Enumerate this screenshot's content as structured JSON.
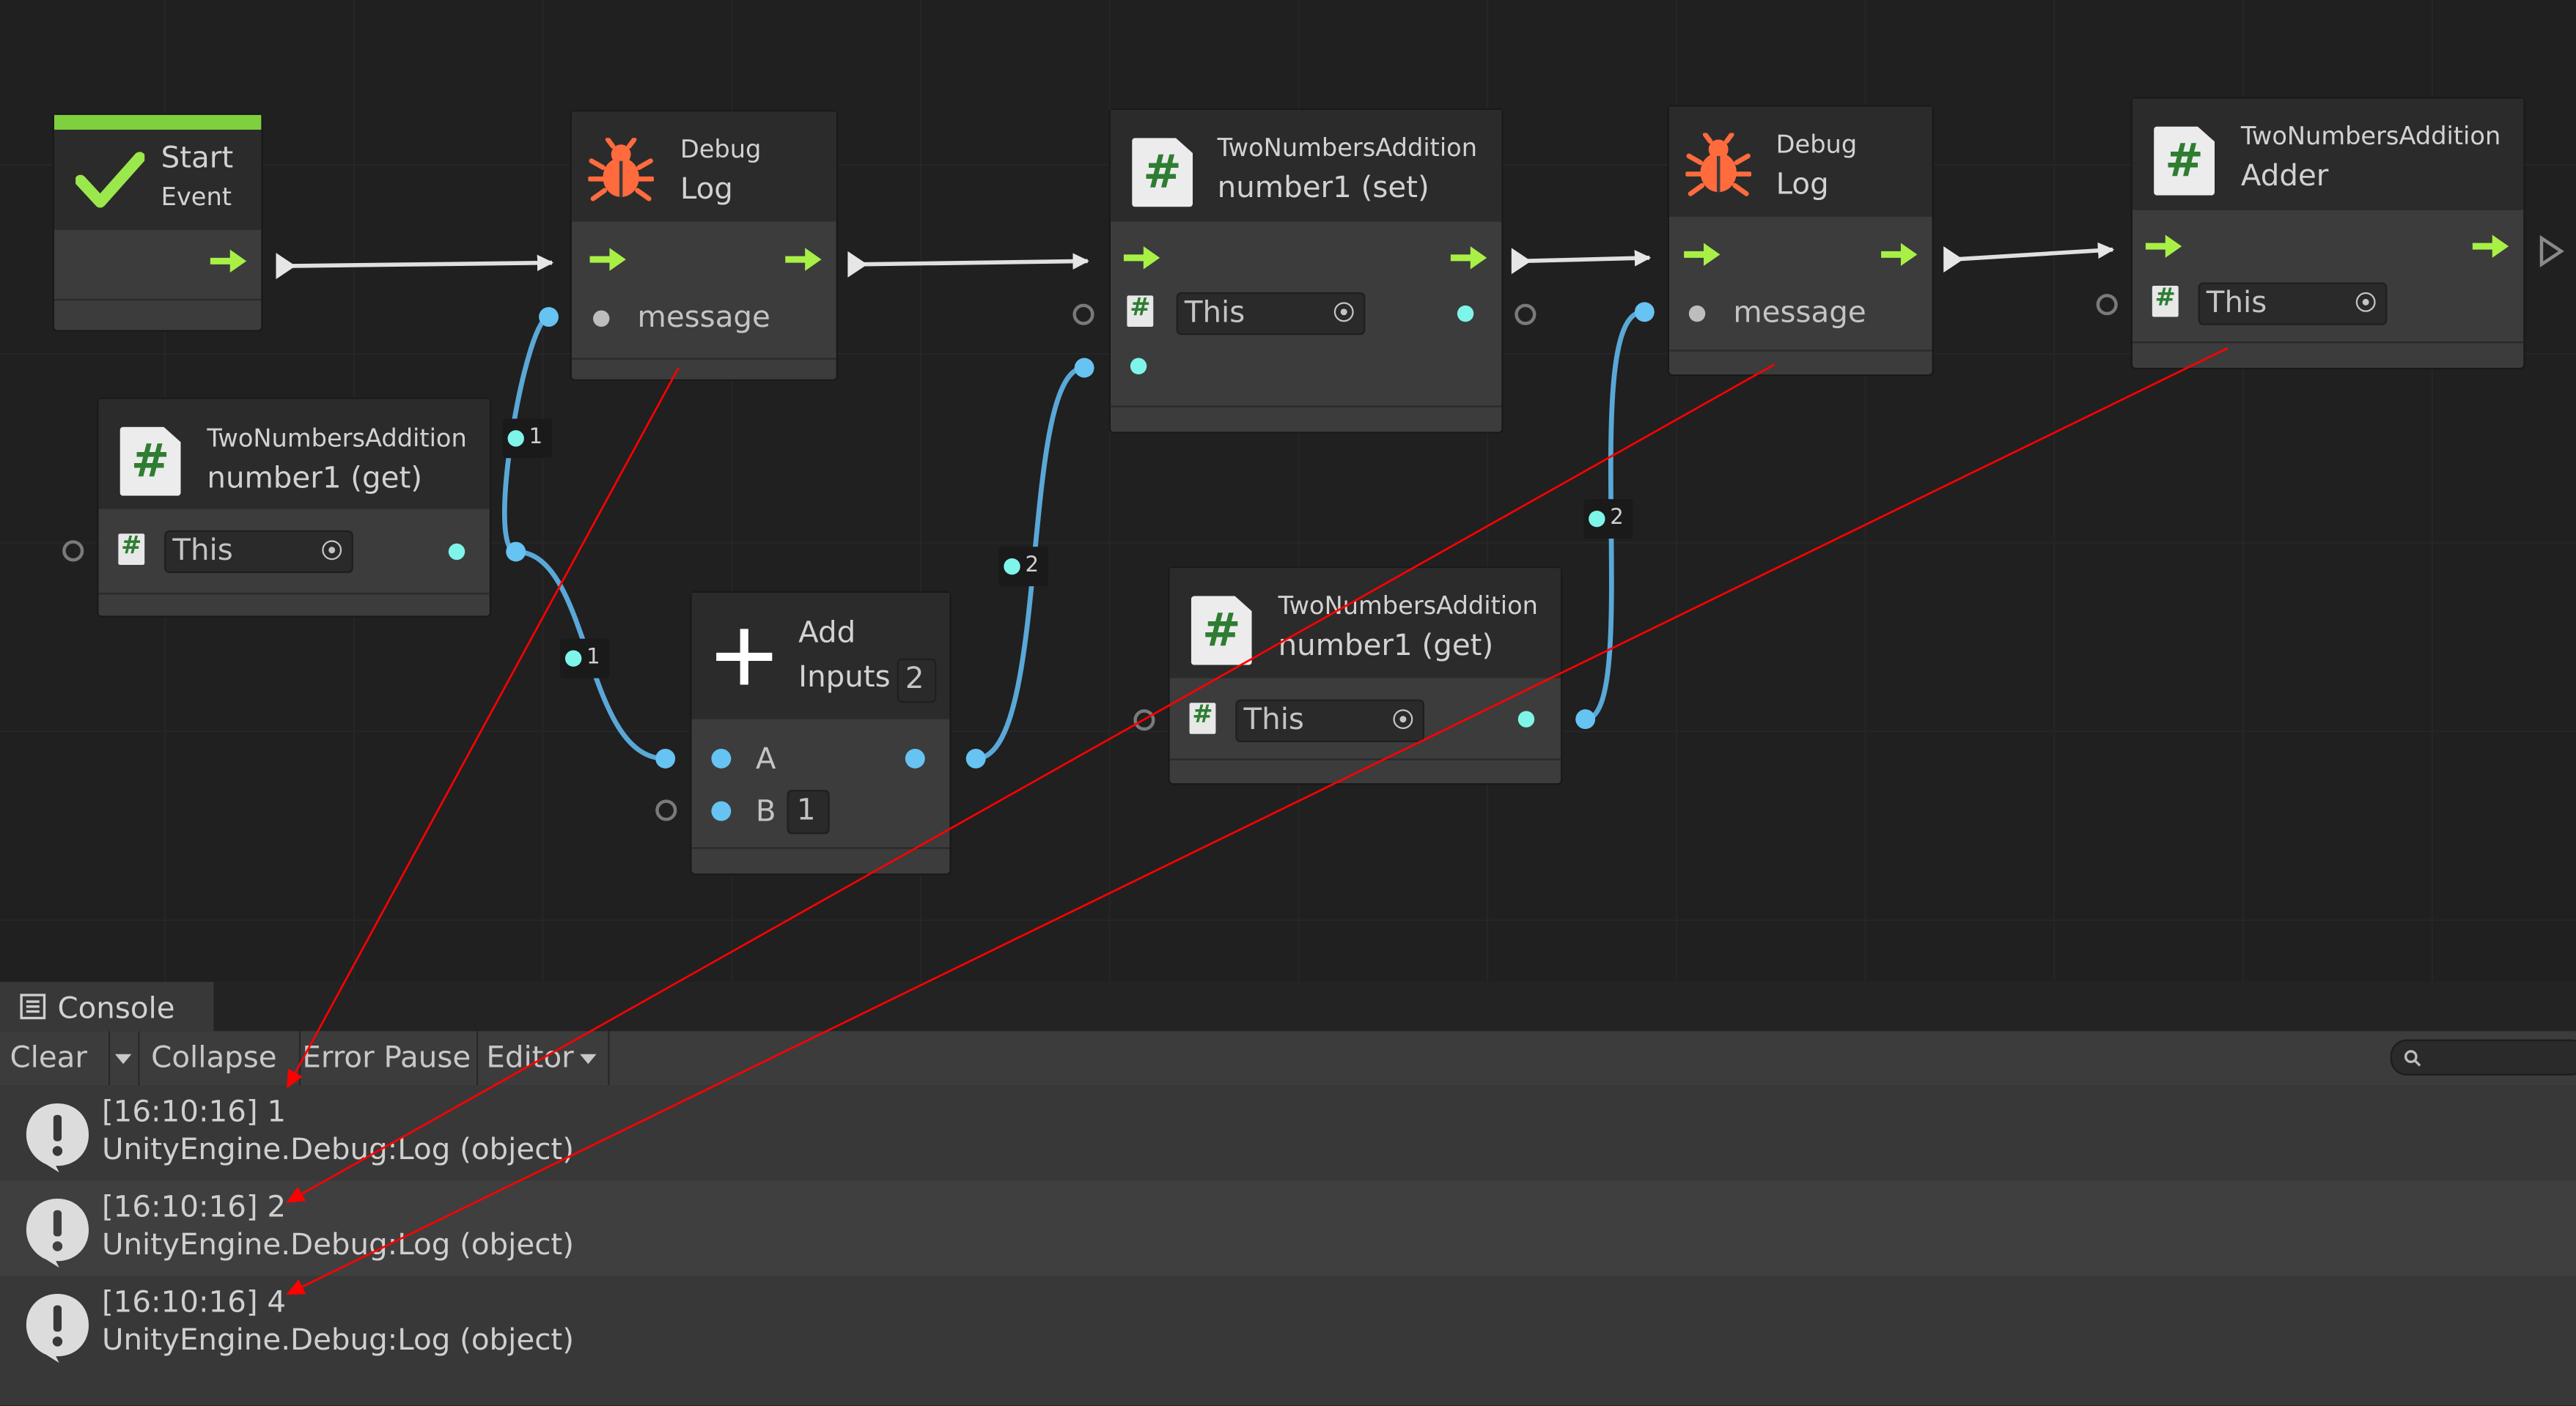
{
  "nodes": {
    "start_event": {
      "title": "Start",
      "subtitle": "Event"
    },
    "debug_log_1": {
      "title": "Debug",
      "subtitle": "Log",
      "port_label": "message"
    },
    "get_number1_a": {
      "title": "TwoNumbersAddition",
      "subtitle": "number1 (get)",
      "target_value": "This"
    },
    "add_inputs": {
      "title": "Add",
      "subtitle": "Inputs",
      "input_count": "2",
      "port_a": "A",
      "port_b": "B",
      "b_value": "1"
    },
    "set_number1": {
      "title": "TwoNumbersAddition",
      "subtitle": "number1 (set)",
      "target_value": "This"
    },
    "get_number1_b": {
      "title": "TwoNumbersAddition",
      "subtitle": "number1 (get)",
      "target_value": "This"
    },
    "debug_log_2": {
      "title": "Debug",
      "subtitle": "Log",
      "port_label": "message"
    },
    "adder": {
      "title": "TwoNumbersAddition",
      "subtitle": "Adder",
      "target_value": "This"
    }
  },
  "edge_badges": {
    "get_to_log": "1",
    "get_to_add": "1",
    "add_to_set": "2",
    "get_to_log2": "2"
  },
  "console": {
    "tab_label": "Console",
    "toolbar": {
      "clear": "Clear",
      "collapse": "Collapse",
      "error_pause": "Error Pause",
      "editor": "Editor"
    },
    "search": {
      "placeholder": ""
    },
    "entries": [
      {
        "line1": "[16:10:16] 1",
        "line2": "UnityEngine.Debug:Log (object)"
      },
      {
        "line1": "[16:10:16] 2",
        "line2": "UnityEngine.Debug:Log (object)"
      },
      {
        "line1": "[16:10:16] 4",
        "line2": "UnityEngine.Debug:Log (object)"
      }
    ]
  },
  "colors": {
    "flow_arrow": "#a8f046",
    "value_port": "#67c3f2",
    "cyan_port": "#7ff5ea",
    "annotation": "#ff0000",
    "start_bar": "#7ed03f"
  }
}
